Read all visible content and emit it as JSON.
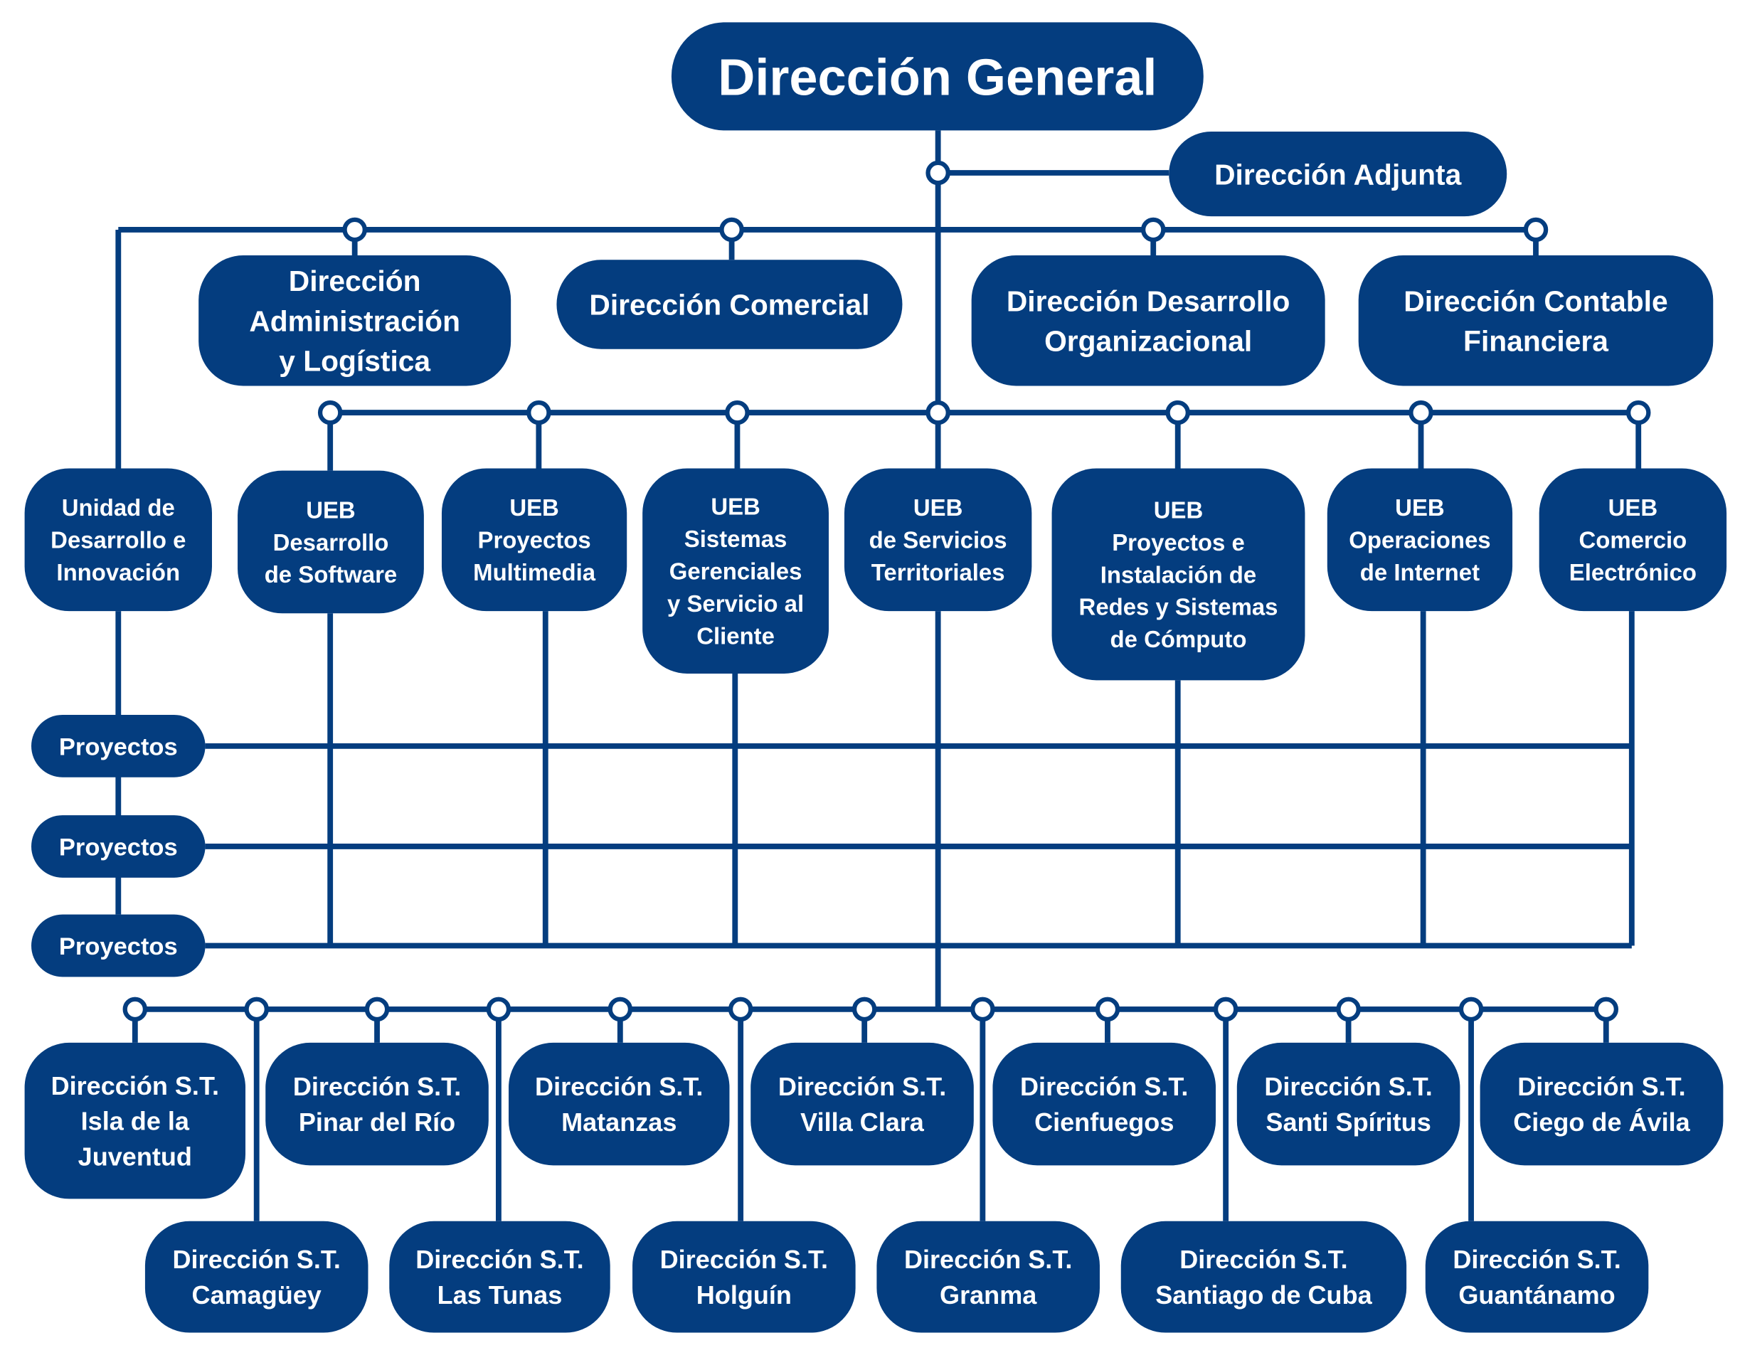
{
  "colors": {
    "primary": "#043d7f",
    "background": "#ffffff"
  },
  "nodes": {
    "direccion_general": [
      "Dirección General"
    ],
    "direccion_adjunta": [
      "Dirección Adjunta"
    ],
    "admin_logistica": [
      "Dirección",
      "Administración",
      "y Logística"
    ],
    "comercial": [
      "Dirección Comercial"
    ],
    "desarrollo_organizacional": [
      "Dirección Desarrollo",
      "Organizacional"
    ],
    "contable_financiera": [
      "Dirección Contable",
      "Financiera"
    ],
    "unidad_desarrollo": [
      "Unidad de",
      "Desarrollo e",
      "Innovación"
    ],
    "ueb_software": [
      "UEB",
      "Desarrollo",
      "de Software"
    ],
    "ueb_multimedia": [
      "UEB",
      "Proyectos",
      "Multimedia"
    ],
    "ueb_sistemas": [
      "UEB",
      "Sistemas",
      "Gerenciales",
      "y Servicio al",
      "Cliente"
    ],
    "ueb_territoriales": [
      "UEB",
      "de Servicios",
      "Territoriales"
    ],
    "ueb_redes": [
      "UEB",
      "Proyectos e",
      "Instalación de",
      "Redes y Sistemas",
      "de Cómputo"
    ],
    "ueb_internet": [
      "UEB",
      "Operaciones",
      "de Internet"
    ],
    "ueb_comercio": [
      "UEB",
      "Comercio",
      "Electrónico"
    ],
    "proyectos_1": [
      "Proyectos"
    ],
    "proyectos_2": [
      "Proyectos"
    ],
    "proyectos_3": [
      "Proyectos"
    ],
    "st_isla": [
      "Dirección S.T.",
      "Isla de la",
      "Juventud"
    ],
    "st_pinar": [
      "Dirección S.T.",
      "Pinar del Río"
    ],
    "st_matanzas": [
      "Dirección S.T.",
      "Matanzas"
    ],
    "st_villaclara": [
      "Dirección S.T.",
      "Villa Clara"
    ],
    "st_cienfuegos": [
      "Dirección S.T.",
      "Cienfuegos"
    ],
    "st_santispiritus": [
      "Dirección S.T.",
      "Santi Spíritus"
    ],
    "st_ciego": [
      "Dirección S.T.",
      "Ciego de Ávila"
    ],
    "st_camaguey": [
      "Dirección S.T.",
      "Camagüey"
    ],
    "st_lastunas": [
      "Dirección S.T.",
      "Las Tunas"
    ],
    "st_holguin": [
      "Dirección S.T.",
      "Holguín"
    ],
    "st_granma": [
      "Dirección S.T.",
      "Granma"
    ],
    "st_santiago": [
      "Dirección S.T.",
      "Santiago de Cuba"
    ],
    "st_guantanamo": [
      "Dirección S.T.",
      "Guantánamo"
    ]
  }
}
